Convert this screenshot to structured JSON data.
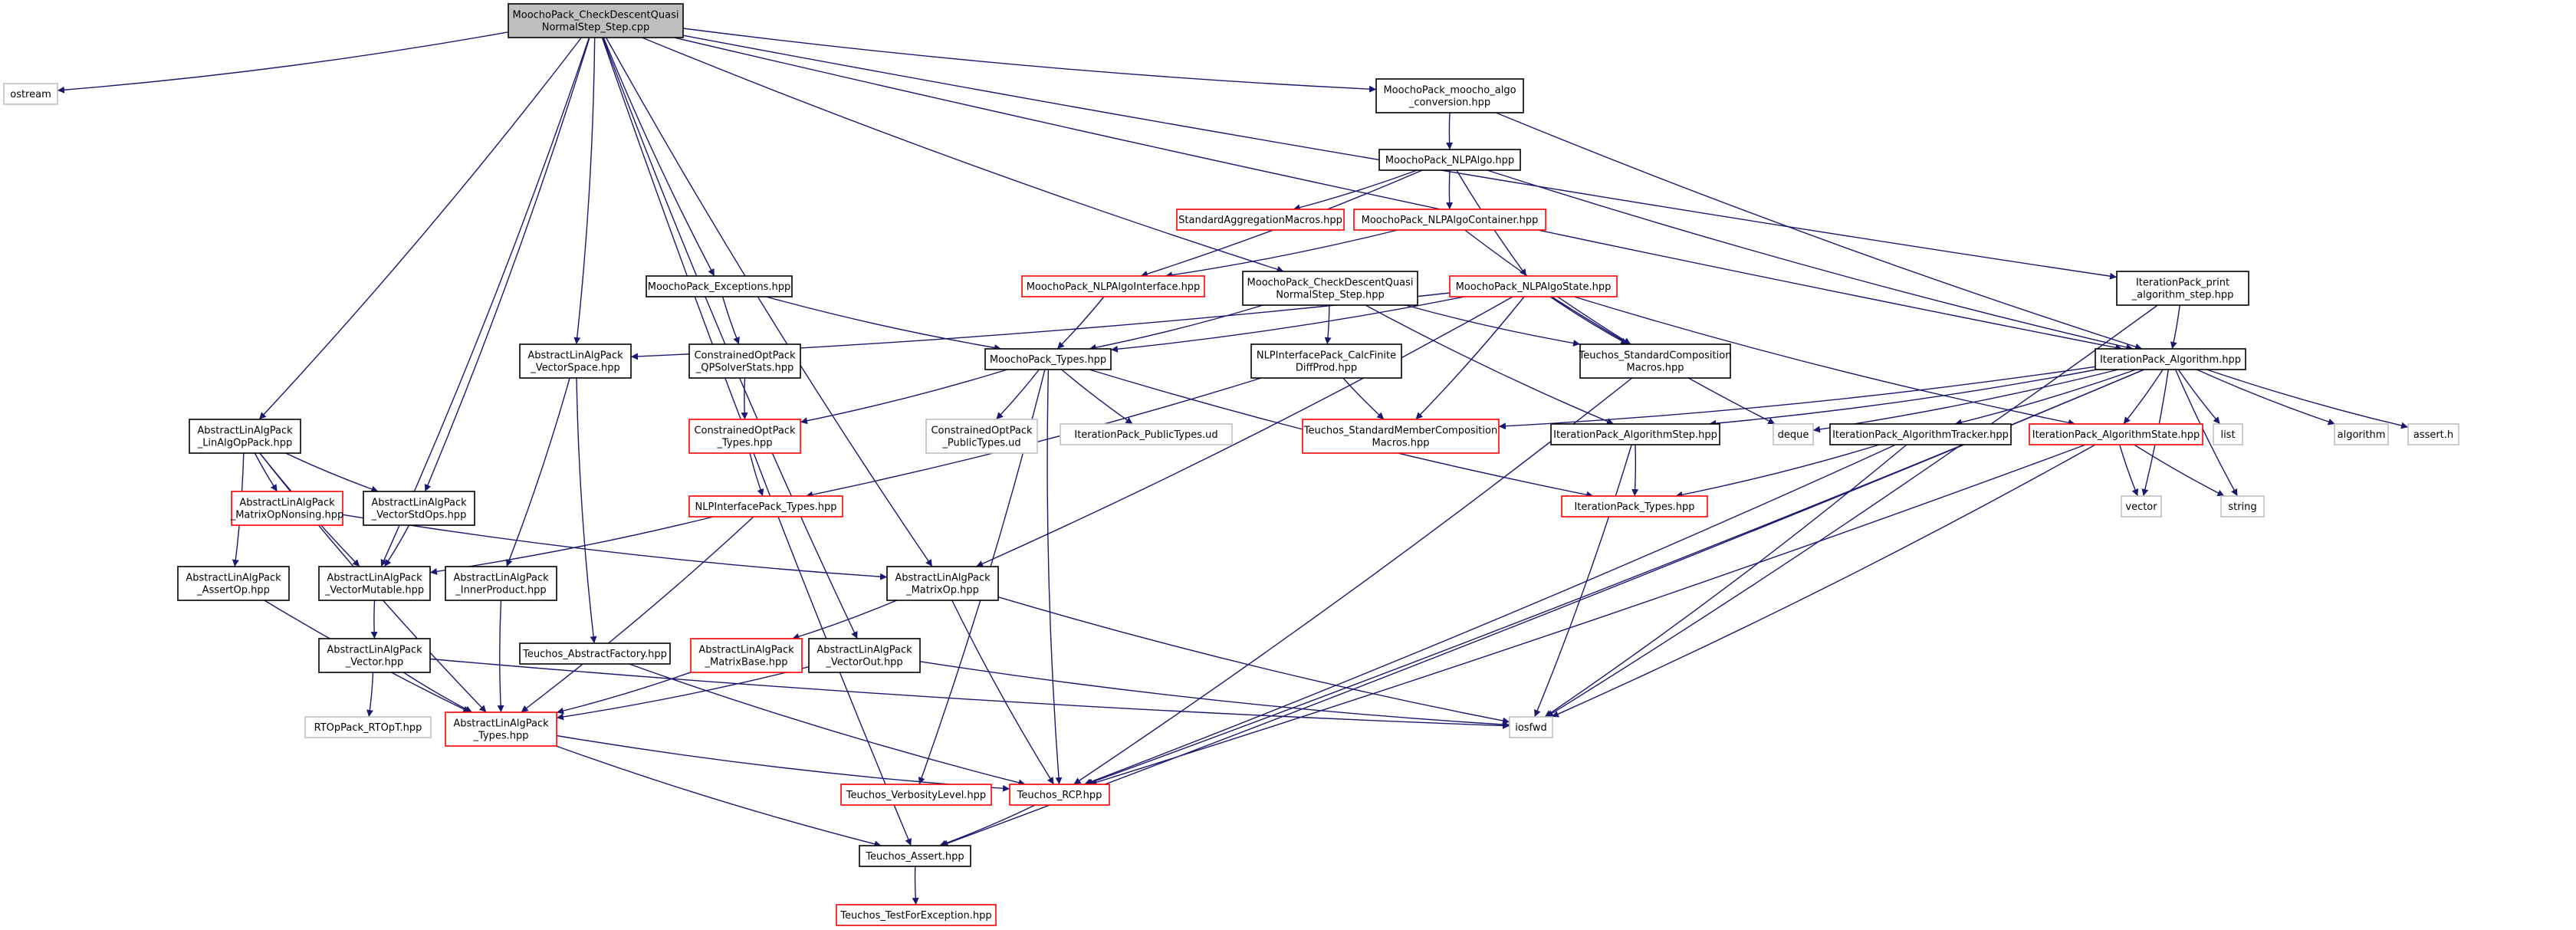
{
  "diagram": {
    "kind": "include-dependency-graph",
    "colors": {
      "edge": "#191970",
      "root_fill": "#bfbfbf",
      "border_normal": "#000000",
      "border_truncated": "#ff0000",
      "border_external": "#bfbfbf",
      "text": "#000000",
      "background": "#ffffff"
    },
    "nodes": [
      {
        "id": "root",
        "style": "root",
        "lines": [
          "MoochoPack_CheckDescentQuasi",
          "NormalStep_Step.cpp"
        ]
      },
      {
        "id": "ostream",
        "style": "external",
        "lines": [
          "ostream"
        ]
      },
      {
        "id": "algo_conv",
        "style": "normal",
        "lines": [
          "MoochoPack_moocho_algo",
          "_conversion.hpp"
        ]
      },
      {
        "id": "nlpalgo",
        "style": "normal",
        "lines": [
          "MoochoPack_NLPAlgo.hpp"
        ]
      },
      {
        "id": "stdagg",
        "style": "truncated",
        "lines": [
          "StandardAggregationMacros.hpp"
        ]
      },
      {
        "id": "nlpcontainer",
        "style": "truncated",
        "lines": [
          "MoochoPack_NLPAlgoContainer.hpp"
        ]
      },
      {
        "id": "exceptions",
        "style": "normal",
        "lines": [
          "MoochoPack_Exceptions.hpp"
        ]
      },
      {
        "id": "nlpinterface",
        "style": "truncated",
        "lines": [
          "MoochoPack_NLPAlgoInterface.hpp"
        ]
      },
      {
        "id": "checkdesc_hpp",
        "style": "normal",
        "lines": [
          "MoochoPack_CheckDescentQuasi",
          "NormalStep_Step.hpp"
        ]
      },
      {
        "id": "nlpstate",
        "style": "truncated",
        "lines": [
          "MoochoPack_NLPAlgoState.hpp"
        ]
      },
      {
        "id": "print_step",
        "style": "normal",
        "lines": [
          "IterationPack_print",
          "_algorithm_step.hpp"
        ]
      },
      {
        "id": "vectorspace",
        "style": "normal",
        "lines": [
          "AbstractLinAlgPack",
          "_VectorSpace.hpp"
        ]
      },
      {
        "id": "qpsolverstats",
        "style": "normal",
        "lines": [
          "ConstrainedOptPack",
          "_QPSolverStats.hpp"
        ]
      },
      {
        "id": "moochotypes",
        "style": "normal",
        "lines": [
          "MoochoPack_Types.hpp"
        ]
      },
      {
        "id": "calcfinite",
        "style": "normal",
        "lines": [
          "NLPInterfacePack_CalcFinite",
          "DiffProd.hpp"
        ]
      },
      {
        "id": "stdcomp",
        "style": "normal",
        "lines": [
          "Teuchos_StandardComposition",
          "Macros.hpp"
        ]
      },
      {
        "id": "iteralgo",
        "style": "normal",
        "lines": [
          "IterationPack_Algorithm.hpp"
        ]
      },
      {
        "id": "linalgop",
        "style": "normal",
        "lines": [
          "AbstractLinAlgPack",
          "_LinAlgOpPack.hpp"
        ]
      },
      {
        "id": "coptypes",
        "style": "truncated",
        "lines": [
          "ConstrainedOptPack",
          "_Types.hpp"
        ]
      },
      {
        "id": "copublic",
        "style": "external",
        "lines": [
          "ConstrainedOptPack",
          "_PublicTypes.ud"
        ]
      },
      {
        "id": "iterpublic",
        "style": "external",
        "lines": [
          "IterationPack_PublicTypes.ud"
        ]
      },
      {
        "id": "stdmember",
        "style": "truncated",
        "lines": [
          "Teuchos_StandardMemberComposition",
          "Macros.hpp"
        ]
      },
      {
        "id": "algostep",
        "style": "normal",
        "lines": [
          "IterationPack_AlgorithmStep.hpp"
        ]
      },
      {
        "id": "deque",
        "style": "external",
        "lines": [
          "deque"
        ]
      },
      {
        "id": "algotracker",
        "style": "normal",
        "lines": [
          "IterationPack_AlgorithmTracker.hpp"
        ]
      },
      {
        "id": "algostate",
        "style": "truncated",
        "lines": [
          "IterationPack_AlgorithmState.hpp"
        ]
      },
      {
        "id": "list",
        "style": "external",
        "lines": [
          "list"
        ]
      },
      {
        "id": "algorithm",
        "style": "external",
        "lines": [
          "algorithm"
        ]
      },
      {
        "id": "asserth",
        "style": "external",
        "lines": [
          "assert.h"
        ]
      },
      {
        "id": "matrixopnonsing",
        "style": "truncated",
        "lines": [
          "AbstractLinAlgPack",
          "_MatrixOpNonsing.hpp"
        ]
      },
      {
        "id": "vectorstdops",
        "style": "normal",
        "lines": [
          "AbstractLinAlgPack",
          "_VectorStdOps.hpp"
        ]
      },
      {
        "id": "nlpiptypes",
        "style": "truncated",
        "lines": [
          "NLPInterfacePack_Types.hpp"
        ]
      },
      {
        "id": "itertypes",
        "style": "truncated",
        "lines": [
          "IterationPack_Types.hpp"
        ]
      },
      {
        "id": "vector",
        "style": "external",
        "lines": [
          "vector"
        ]
      },
      {
        "id": "string",
        "style": "external",
        "lines": [
          "string"
        ]
      },
      {
        "id": "assertop",
        "style": "normal",
        "lines": [
          "AbstractLinAlgPack",
          "_AssertOp.hpp"
        ]
      },
      {
        "id": "vectormutable",
        "style": "normal",
        "lines": [
          "AbstractLinAlgPack",
          "_VectorMutable.hpp"
        ]
      },
      {
        "id": "innerproduct",
        "style": "normal",
        "lines": [
          "AbstractLinAlgPack",
          "_InnerProduct.hpp"
        ]
      },
      {
        "id": "matrixop",
        "style": "normal",
        "lines": [
          "AbstractLinAlgPack",
          "_MatrixOp.hpp"
        ]
      },
      {
        "id": "vectorhpp",
        "style": "normal",
        "lines": [
          "AbstractLinAlgPack",
          "_Vector.hpp"
        ]
      },
      {
        "id": "absfactory",
        "style": "normal",
        "lines": [
          "Teuchos_AbstractFactory.hpp"
        ]
      },
      {
        "id": "matrixbase",
        "style": "truncated",
        "lines": [
          "AbstractLinAlgPack",
          "_MatrixBase.hpp"
        ]
      },
      {
        "id": "vectorout",
        "style": "normal",
        "lines": [
          "AbstractLinAlgPack",
          "_VectorOut.hpp"
        ]
      },
      {
        "id": "rtoptypes",
        "style": "external",
        "lines": [
          "RTOpPack_RTOpT.hpp"
        ]
      },
      {
        "id": "alptypes",
        "style": "truncated",
        "lines": [
          "AbstractLinAlgPack",
          "_Types.hpp"
        ]
      },
      {
        "id": "iosfwd",
        "style": "external",
        "lines": [
          "iosfwd"
        ]
      },
      {
        "id": "verbosity",
        "style": "truncated",
        "lines": [
          "Teuchos_VerbosityLevel.hpp"
        ]
      },
      {
        "id": "rcp",
        "style": "truncated",
        "lines": [
          "Teuchos_RCP.hpp"
        ]
      },
      {
        "id": "assert",
        "style": "normal",
        "lines": [
          "Teuchos_Assert.hpp"
        ]
      },
      {
        "id": "testexc",
        "style": "truncated",
        "lines": [
          "Teuchos_TestForException.hpp"
        ]
      }
    ],
    "edges": [
      [
        "root",
        "ostream"
      ],
      [
        "root",
        "algo_conv"
      ],
      [
        "root",
        "print_step"
      ],
      [
        "root",
        "checkdesc_hpp"
      ],
      [
        "root",
        "exceptions"
      ],
      [
        "root",
        "vectorspace"
      ],
      [
        "root",
        "linalgop"
      ],
      [
        "root",
        "vectorstdops"
      ],
      [
        "root",
        "vectormutable"
      ],
      [
        "root",
        "vectorout"
      ],
      [
        "root",
        "matrixop"
      ],
      [
        "root",
        "assert"
      ],
      [
        "root",
        "iteralgo"
      ],
      [
        "algo_conv",
        "nlpalgo"
      ],
      [
        "algo_conv",
        "iteralgo"
      ],
      [
        "nlpalgo",
        "stdagg"
      ],
      [
        "nlpalgo",
        "nlpcontainer"
      ],
      [
        "nlpalgo",
        "nlpinterface"
      ],
      [
        "nlpalgo",
        "nlpstate"
      ],
      [
        "nlpalgo",
        "iteralgo"
      ],
      [
        "nlpcontainer",
        "nlpinterface"
      ],
      [
        "nlpcontainer",
        "stdcomp"
      ],
      [
        "exceptions",
        "moochotypes"
      ],
      [
        "exceptions",
        "qpsolverstats"
      ],
      [
        "nlpinterface",
        "moochotypes"
      ],
      [
        "checkdesc_hpp",
        "moochotypes"
      ],
      [
        "checkdesc_hpp",
        "calcfinite"
      ],
      [
        "checkdesc_hpp",
        "algostep"
      ],
      [
        "checkdesc_hpp",
        "stdcomp"
      ],
      [
        "nlpstate",
        "vectorspace"
      ],
      [
        "nlpstate",
        "moochotypes"
      ],
      [
        "nlpstate",
        "stdmember"
      ],
      [
        "nlpstate",
        "stdcomp"
      ],
      [
        "nlpstate",
        "deque"
      ],
      [
        "nlpstate",
        "algostate"
      ],
      [
        "nlpstate",
        "matrixop"
      ],
      [
        "print_step",
        "iteralgo"
      ],
      [
        "print_step",
        "iosfwd"
      ],
      [
        "vectorspace",
        "innerproduct"
      ],
      [
        "vectorspace",
        "absfactory"
      ],
      [
        "qpsolverstats",
        "coptypes"
      ],
      [
        "moochotypes",
        "coptypes"
      ],
      [
        "moochotypes",
        "copublic"
      ],
      [
        "moochotypes",
        "iterpublic"
      ],
      [
        "moochotypes",
        "itertypes"
      ],
      [
        "moochotypes",
        "rcp"
      ],
      [
        "moochotypes",
        "verbosity"
      ],
      [
        "calcfinite",
        "stdmember"
      ],
      [
        "calcfinite",
        "nlpiptypes"
      ],
      [
        "stdcomp",
        "rcp"
      ],
      [
        "iteralgo",
        "stdmember"
      ],
      [
        "iteralgo",
        "algostep"
      ],
      [
        "iteralgo",
        "deque"
      ],
      [
        "iteralgo",
        "algotracker"
      ],
      [
        "iteralgo",
        "algostate"
      ],
      [
        "iteralgo",
        "list"
      ],
      [
        "iteralgo",
        "algorithm"
      ],
      [
        "iteralgo",
        "asserth"
      ],
      [
        "iteralgo",
        "vector"
      ],
      [
        "iteralgo",
        "string"
      ],
      [
        "iteralgo",
        "rcp"
      ],
      [
        "iteralgo",
        "assert"
      ],
      [
        "linalgop",
        "matrixopnonsing"
      ],
      [
        "linalgop",
        "vectorstdops"
      ],
      [
        "linalgop",
        "assertop"
      ],
      [
        "linalgop",
        "vectormutable"
      ],
      [
        "linalgop",
        "alptypes"
      ],
      [
        "coptypes",
        "nlpiptypes"
      ],
      [
        "algostep",
        "itertypes"
      ],
      [
        "algostep",
        "iosfwd"
      ],
      [
        "algotracker",
        "itertypes"
      ],
      [
        "algotracker",
        "iosfwd"
      ],
      [
        "algotracker",
        "rcp"
      ],
      [
        "algostate",
        "vector"
      ],
      [
        "algostate",
        "string"
      ],
      [
        "algostate",
        "iosfwd"
      ],
      [
        "algostate",
        "rcp"
      ],
      [
        "matrixopnonsing",
        "matrixop"
      ],
      [
        "vectorstdops",
        "vectormutable"
      ],
      [
        "nlpiptypes",
        "vectormutable"
      ],
      [
        "nlpiptypes",
        "alptypes"
      ],
      [
        "assertop",
        "alptypes"
      ],
      [
        "vectormutable",
        "vectorhpp"
      ],
      [
        "innerproduct",
        "alptypes"
      ],
      [
        "matrixop",
        "matrixbase"
      ],
      [
        "matrixop",
        "iosfwd"
      ],
      [
        "matrixop",
        "rcp"
      ],
      [
        "vectorhpp",
        "rtoptypes"
      ],
      [
        "vectorhpp",
        "alptypes"
      ],
      [
        "vectorhpp",
        "iosfwd"
      ],
      [
        "absfactory",
        "rcp"
      ],
      [
        "matrixbase",
        "alptypes"
      ],
      [
        "vectorout",
        "alptypes"
      ],
      [
        "vectorout",
        "iosfwd"
      ],
      [
        "alptypes",
        "rcp"
      ],
      [
        "alptypes",
        "assert"
      ],
      [
        "rcp",
        "assert"
      ],
      [
        "assert",
        "testexc"
      ]
    ]
  }
}
